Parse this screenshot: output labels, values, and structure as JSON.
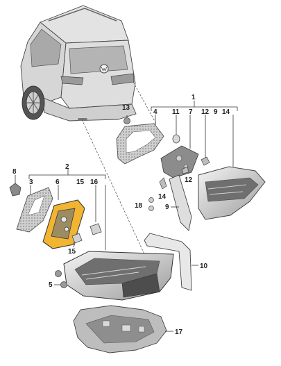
{
  "callouts": {
    "c1": "1",
    "c2": "2",
    "c3": "3",
    "c4": "4",
    "c5": "5",
    "c6": "6",
    "c7": "7",
    "c8": "8",
    "c9": "9",
    "c9b": "9",
    "c10": "10",
    "c11": "11",
    "c12": "12",
    "c12b": "12",
    "c13": "13",
    "c14": "14",
    "c14b": "14",
    "c15": "15",
    "c15b": "15",
    "c16": "16",
    "c17": "17",
    "c18": "18"
  },
  "colors": {
    "highlight": "#f2b531",
    "part_fill": "#e6e6e6",
    "part_dark": "#8e8e8e",
    "car_body": "#dcdcdc"
  }
}
